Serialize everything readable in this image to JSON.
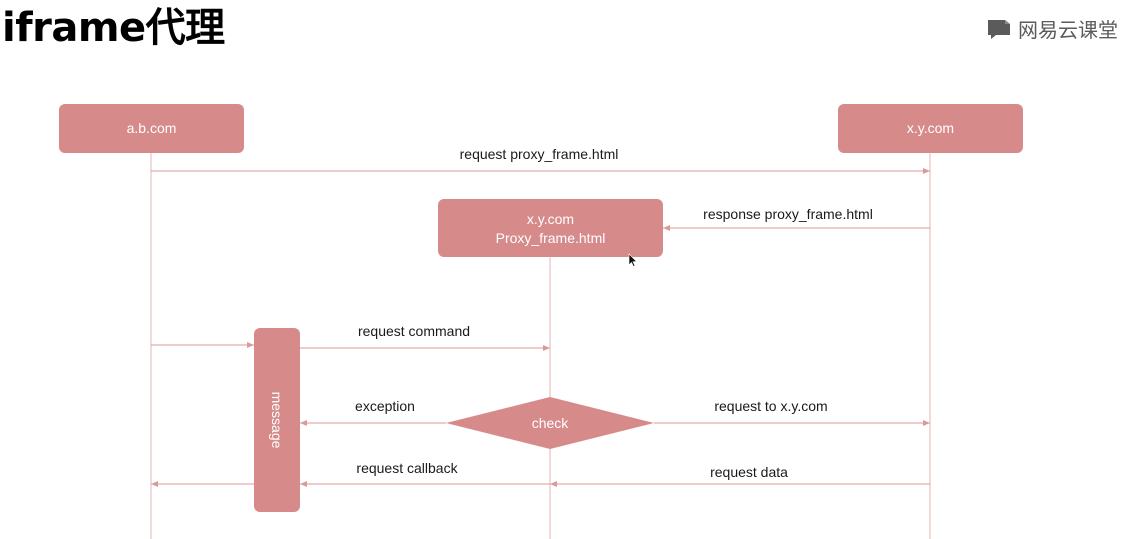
{
  "header": {
    "title": "iframe代理",
    "brand_name": "网易云课堂"
  },
  "diagram": {
    "actors": {
      "left": "a.b.com",
      "right": "x.y.com"
    },
    "proxy_box": {
      "line1": "x.y.com",
      "line2": "Proxy_frame.html"
    },
    "message_box": "message",
    "decision": "check",
    "messages": {
      "request_proxy": "request proxy_frame.html",
      "response_proxy": "response proxy_frame.html",
      "request_command": "request command",
      "exception": "exception",
      "request_to": "request to x.y.com",
      "request_callback": "request callback",
      "request_data": "request data"
    }
  },
  "colors": {
    "box_fill": "#d68a8a",
    "line": "#e3b4b4",
    "arrow": "#d99a9a",
    "text": "#1a1a1a",
    "brand": "#5b5b5b"
  }
}
